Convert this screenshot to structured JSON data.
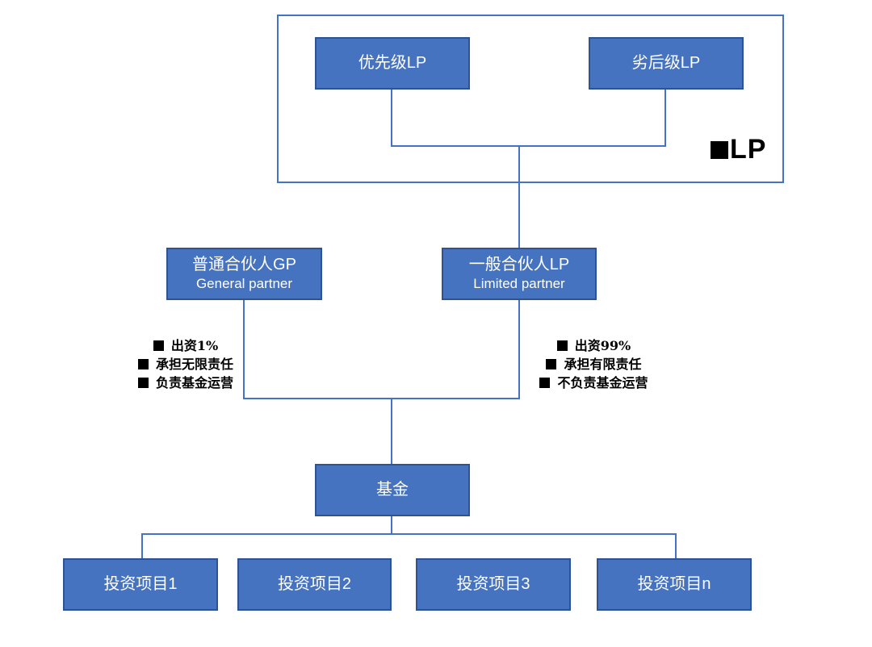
{
  "diagram": {
    "lp_group": {
      "tag": "LP",
      "senior_lp": "优先级LP",
      "subordinate_lp": "劣后级LP"
    },
    "gp": {
      "title": "普通合伙人GP",
      "subtitle": "General partner",
      "bullets": [
        "出资1%",
        "承担无限责任",
        "负责基金运营"
      ]
    },
    "lp": {
      "title": "一般合伙人LP",
      "subtitle": "Limited partner",
      "bullets": [
        "出资99%",
        "承担有限责任",
        "不负责基金运营"
      ]
    },
    "fund": "基金",
    "projects": [
      "投资项目1",
      "投资项目2",
      "投资项目3",
      "投资项目n"
    ]
  },
  "icons": {
    "bullet_marker": "■",
    "lp_tag_marker": "■"
  },
  "colors": {
    "node_fill": "#4673c0",
    "node_border": "#2e5395",
    "connector": "#4472c4",
    "node_text": "#ffffff",
    "annotation_text": "#000000"
  }
}
